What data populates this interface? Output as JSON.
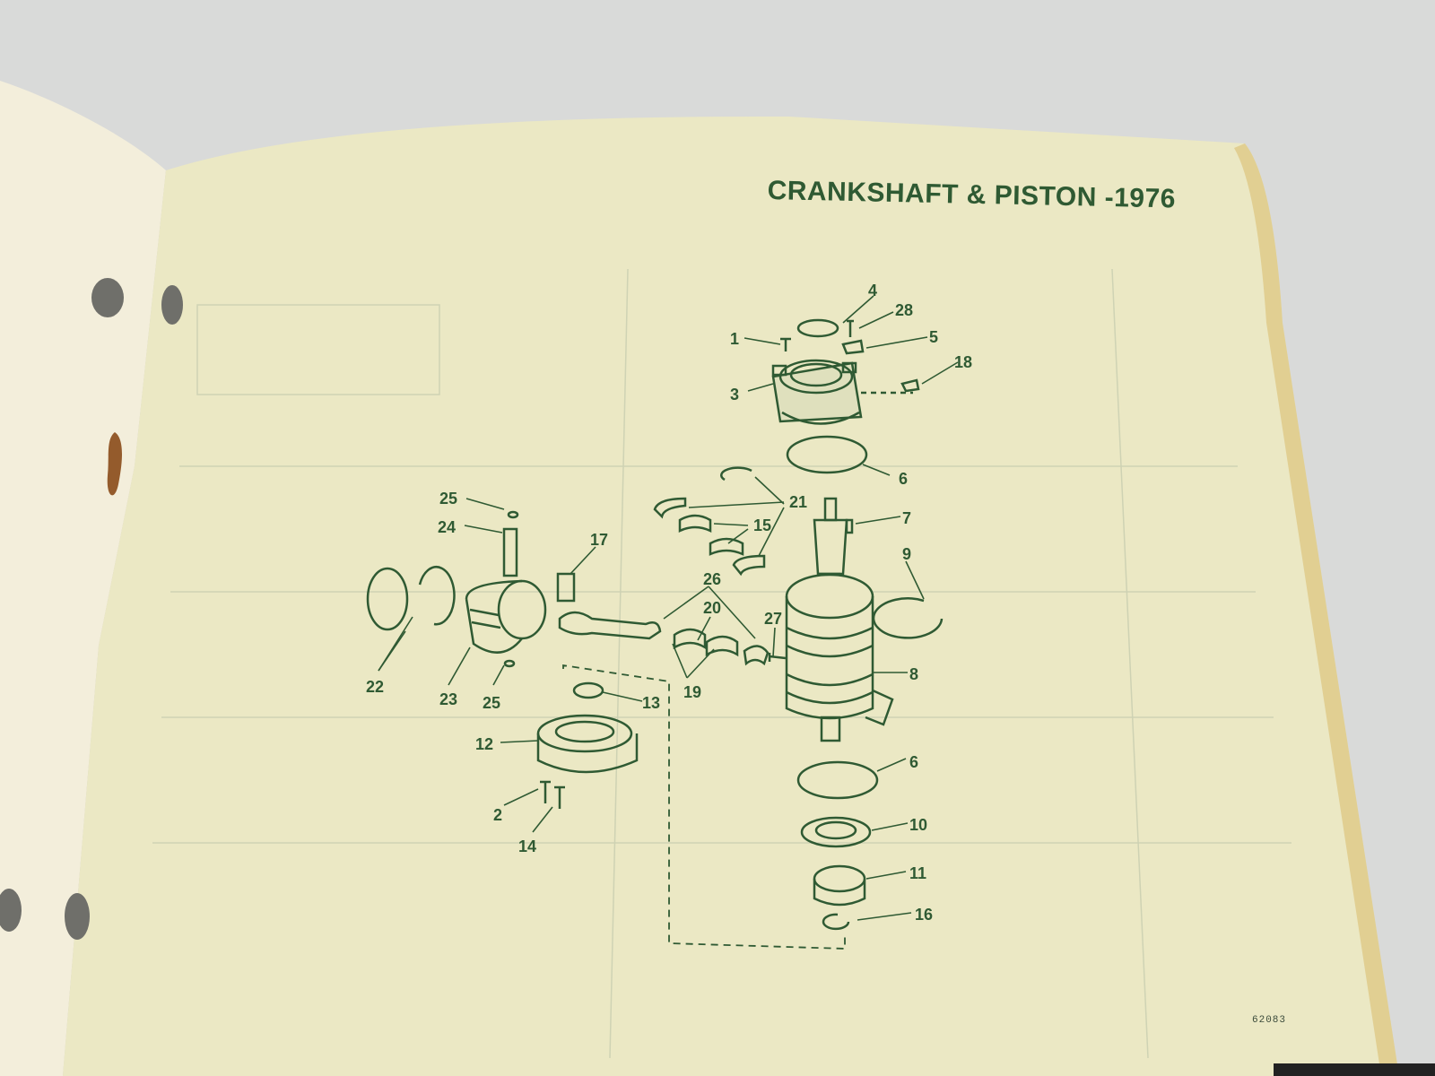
{
  "page": {
    "title": "CRANKSHAFT & PISTON -1976",
    "figure_number": "62083"
  },
  "colors": {
    "ink": "#2f5a33",
    "paper": "#ebe8c4",
    "background": "#d9dad9"
  },
  "parts": [
    {
      "num": "1"
    },
    {
      "num": "2"
    },
    {
      "num": "3"
    },
    {
      "num": "4"
    },
    {
      "num": "5"
    },
    {
      "num": "6"
    },
    {
      "num": "6"
    },
    {
      "num": "7"
    },
    {
      "num": "8"
    },
    {
      "num": "9"
    },
    {
      "num": "10"
    },
    {
      "num": "11"
    },
    {
      "num": "12"
    },
    {
      "num": "13"
    },
    {
      "num": "14"
    },
    {
      "num": "15"
    },
    {
      "num": "16"
    },
    {
      "num": "17"
    },
    {
      "num": "18"
    },
    {
      "num": "19"
    },
    {
      "num": "20"
    },
    {
      "num": "21"
    },
    {
      "num": "22"
    },
    {
      "num": "23"
    },
    {
      "num": "24"
    },
    {
      "num": "25"
    },
    {
      "num": "25"
    },
    {
      "num": "26"
    },
    {
      "num": "27"
    },
    {
      "num": "28"
    }
  ]
}
